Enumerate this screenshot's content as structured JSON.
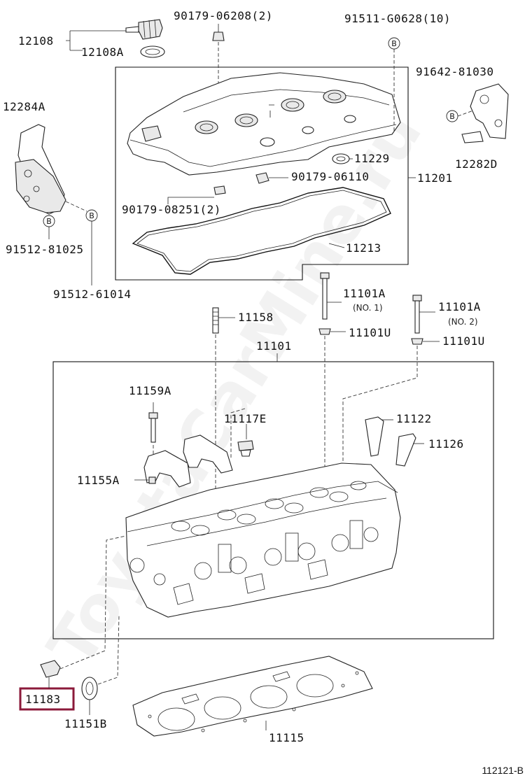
{
  "watermark": "ToyotaCarMine.ru",
  "diagram_code": "112121-B",
  "highlight_color": "#8b1a3a",
  "labels": {
    "p12108": "12108",
    "p12108a": "12108A",
    "p90179_06208": "90179-06208(2)",
    "p91511_g0628": "91511-G0628(10)",
    "p91642_81030": "91642-81030",
    "p12284a": "12284A",
    "p11229": "11229",
    "p12282d": "12282D",
    "p90179_06110": "90179-06110",
    "p11201": "11201",
    "p90179_08251": "90179-08251(2)",
    "p11213": "11213",
    "p91512_81025": "91512-81025",
    "p91512_61014": "91512-61014",
    "p11101a_1": "11101A",
    "p11101a_1_sub": "(NO. 1)",
    "p11158": "11158",
    "p11101a_2": "11101A",
    "p11101a_2_sub": "(NO. 2)",
    "p11101u_1": "11101U",
    "p11101u_2": "11101U",
    "p11101": "11101",
    "p11159a": "11159A",
    "p11117e": "11117E",
    "p11122": "11122",
    "p11126": "11126",
    "p11155a": "11155A",
    "p11183": "11183",
    "p11151b": "11151B",
    "p11115": "11115"
  },
  "marker_letter": "B"
}
